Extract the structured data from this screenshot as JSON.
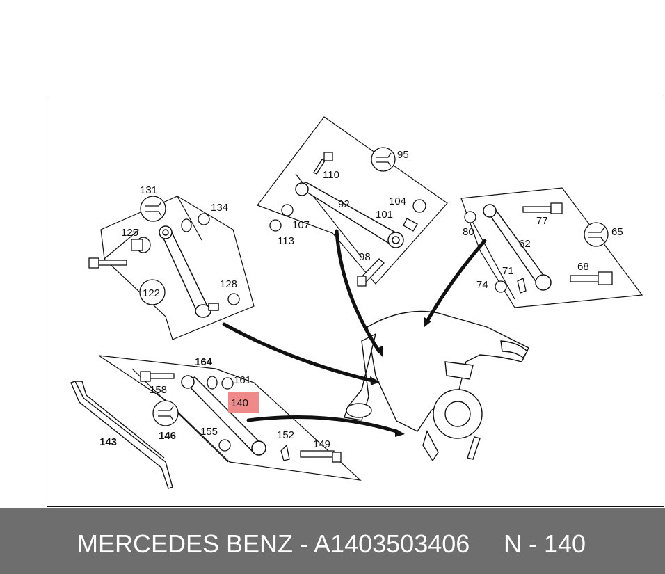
{
  "diagram": {
    "labels": {
      "l131": "131",
      "l134": "134",
      "l125": "125",
      "l122": "122",
      "l128": "128",
      "l110": "110",
      "l95": "95",
      "l92": "92",
      "l104": "104",
      "l101": "101",
      "l107": "107",
      "l113": "113",
      "l98": "98",
      "l80": "80",
      "l77": "77",
      "l65": "65",
      "l62": "62",
      "l71": "71",
      "l74": "74",
      "l68": "68",
      "l164": "164",
      "l158": "158",
      "l161": "161",
      "l140": "140",
      "l146": "146",
      "l155": "155",
      "l152": "152",
      "l149": "149",
      "l143": "143"
    },
    "highlight_color": "#f08a8a"
  },
  "footer": {
    "part_text": "MERCEDES BENZ - A1403503406",
    "ref_text": "N - 140"
  }
}
